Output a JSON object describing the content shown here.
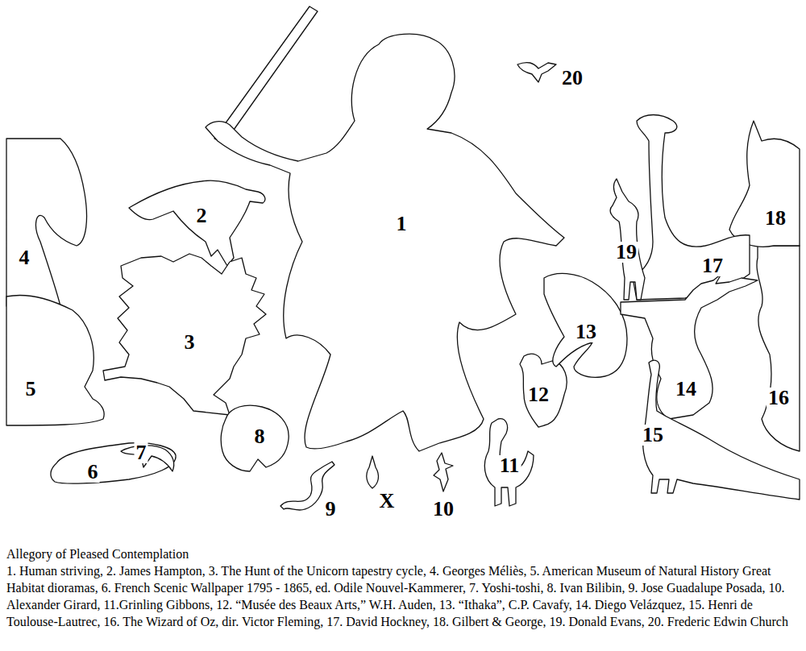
{
  "diagram": {
    "title": "Allegory of Pleased Contemplation",
    "caption": "1. Human striving, 2. James Hampton, 3. The Hunt of the Unicorn tapestry cycle, 4. Georges Méliès, 5. American Museum of Natural History Great Habitat dioramas, 6. French Scenic Wallpaper 1795 - 1865, ed. Odile Nouvel-Kammerer, 7. Yoshi-toshi, 8. Ivan Bilibin, 9. Jose Guadalupe Posada, 10. Alexander Girard, 11.Grinling Gibbons, 12. “Musée des Beaux Arts,” W.H. Auden, 13. “Ithaka”, C.P. Cavafy, 14. Diego Velázquez, 15. Henri de Toulouse-Lautrec, 16. The Wizard of Oz, dir. Victor Fleming, 17. David Hockney, 18. Gilbert & George, 19. Donald Evans, 20. Frederic Edwin Church",
    "labels": [
      "1",
      "2",
      "3",
      "4",
      "5",
      "6",
      "7",
      "8",
      "9",
      "10",
      "11",
      "12",
      "13",
      "14",
      "15",
      "16",
      "17",
      "18",
      "19",
      "20",
      "X"
    ]
  }
}
